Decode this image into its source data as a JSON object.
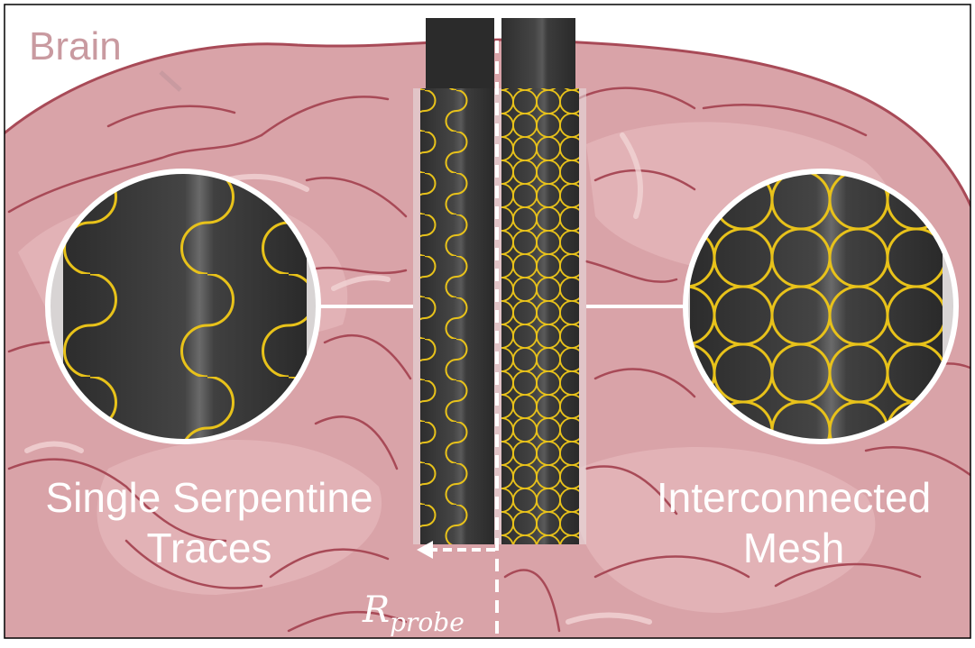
{
  "labels": {
    "brain": "Brain",
    "left_caption_line1": "Single Serpentine",
    "left_caption_line2": "Traces",
    "right_caption_line1": "Interconnected",
    "right_caption_line2": "Mesh",
    "radius_symbol": "R",
    "radius_subscript": "probe"
  },
  "colors": {
    "brain_fill": "#d9a3a8",
    "brain_light": "#e6b9bc",
    "brain_outline": "#a84a57",
    "probe_body": "#3a3a3a",
    "probe_cap": "#2b2b2b",
    "trace_gold": "#e8c21a",
    "brain_label": "#c99aa0",
    "caption_text": "#ffffff"
  },
  "icons": {
    "left_zoom": "magnified-circle-serpentine",
    "right_zoom": "magnified-circle-mesh",
    "radius_arrow": "dashed-arrow-left"
  }
}
